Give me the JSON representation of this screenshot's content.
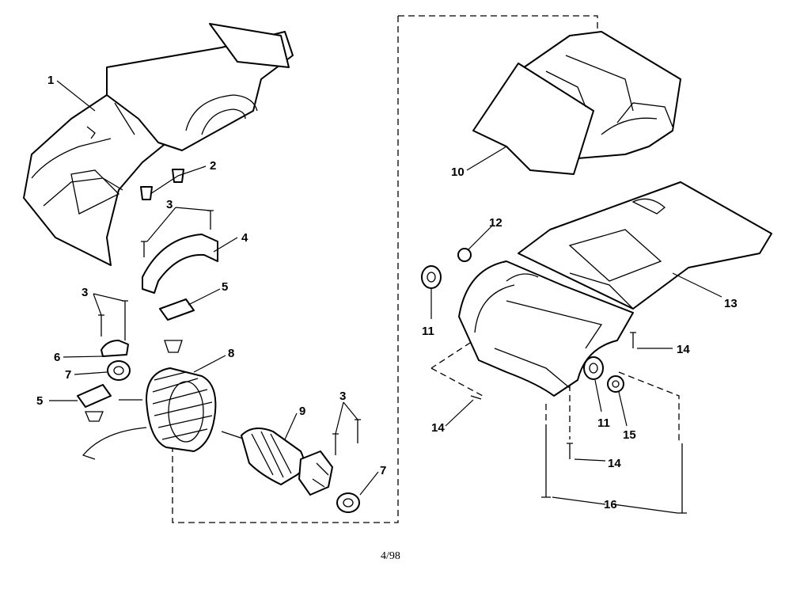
{
  "callouts": {
    "c1": "1",
    "c2": "2",
    "c3a": "3",
    "c3b": "3",
    "c3c": "3",
    "c4": "4",
    "c5a": "5",
    "c5b": "5",
    "c6": "6",
    "c7a": "7",
    "c7b": "7",
    "c8": "8",
    "c9": "9",
    "c10": "10",
    "c11a": "11",
    "c11b": "11",
    "c12": "12",
    "c13": "13",
    "c14a": "14",
    "c14b": "14",
    "c14c": "14",
    "c15": "15",
    "c16": "16"
  },
  "page_number": "4/98",
  "colors": {
    "ink": "#000000",
    "paper": "#ffffff"
  }
}
